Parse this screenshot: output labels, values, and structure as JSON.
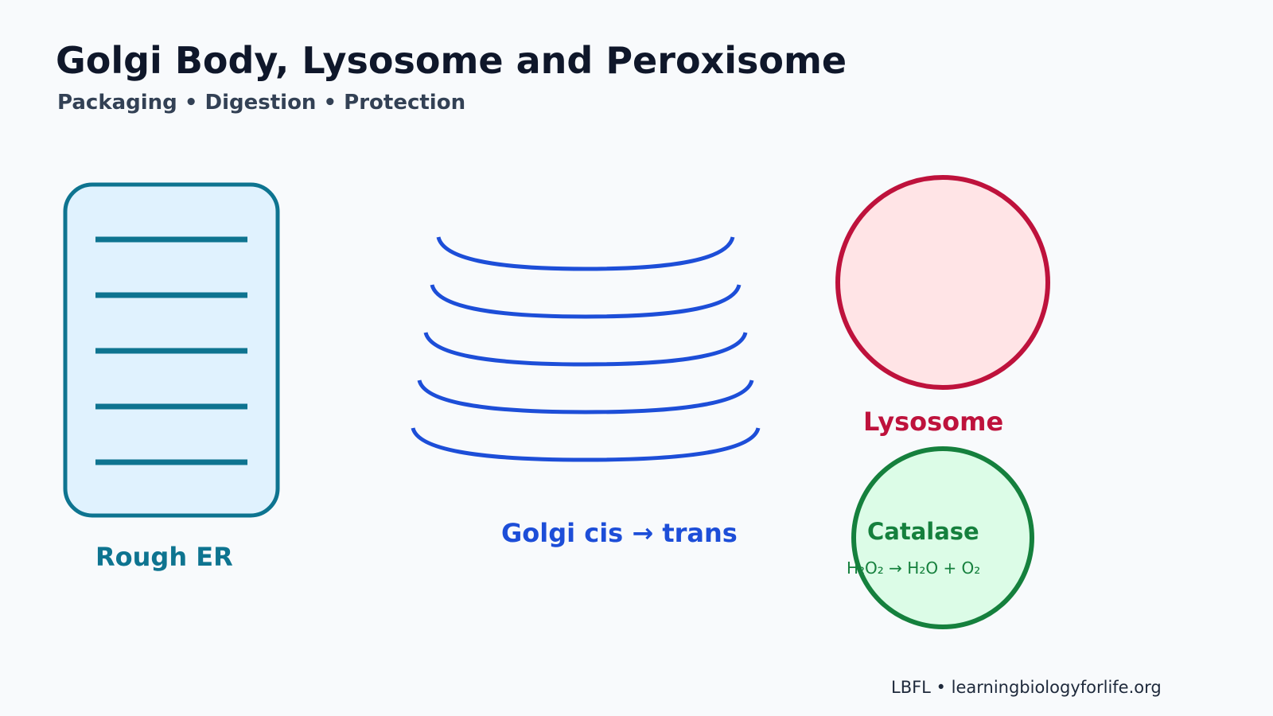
{
  "title": "Golgi Body, Lysosome and Peroxisome",
  "subtitle": "Packaging • Digestion • Protection",
  "rough_er": {
    "label": "Rough ER",
    "color": "#0e7490",
    "fill": "#e0f2fe"
  },
  "golgi": {
    "label": "Golgi cis → trans",
    "color": "#1d4ed8"
  },
  "lysosome": {
    "label": "Lysosome",
    "color": "#be123c",
    "fill": "#ffe4e6"
  },
  "peroxisome": {
    "enzyme_label": "Catalase",
    "reaction": "H₂O₂ → H₂O + O₂",
    "color": "#15803d",
    "fill": "#dcfce7"
  },
  "footer": "LBFL • learningbiologyforlife.org"
}
